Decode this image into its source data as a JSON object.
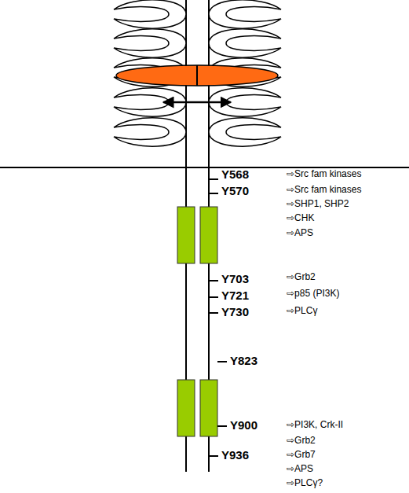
{
  "diagram": {
    "labels": [
      "Y568",
      "⇨Src fam kinases",
      "Y570",
      "⇨Src fam kinases",
      "⇨SHP1, SHP2",
      "⇨CHK",
      "⇨APS",
      "Y703",
      "⇨Grb2",
      "Y721",
      "⇨p85 (PI3K)",
      "Y730",
      "⇨PLCγ",
      "Y823",
      "Y900",
      "⇨PI3K, Crk-II",
      "Y936",
      "⇨Grb2",
      "⇨Grb7",
      "⇨APS",
      "⇨PLCγ?"
    ]
  }
}
